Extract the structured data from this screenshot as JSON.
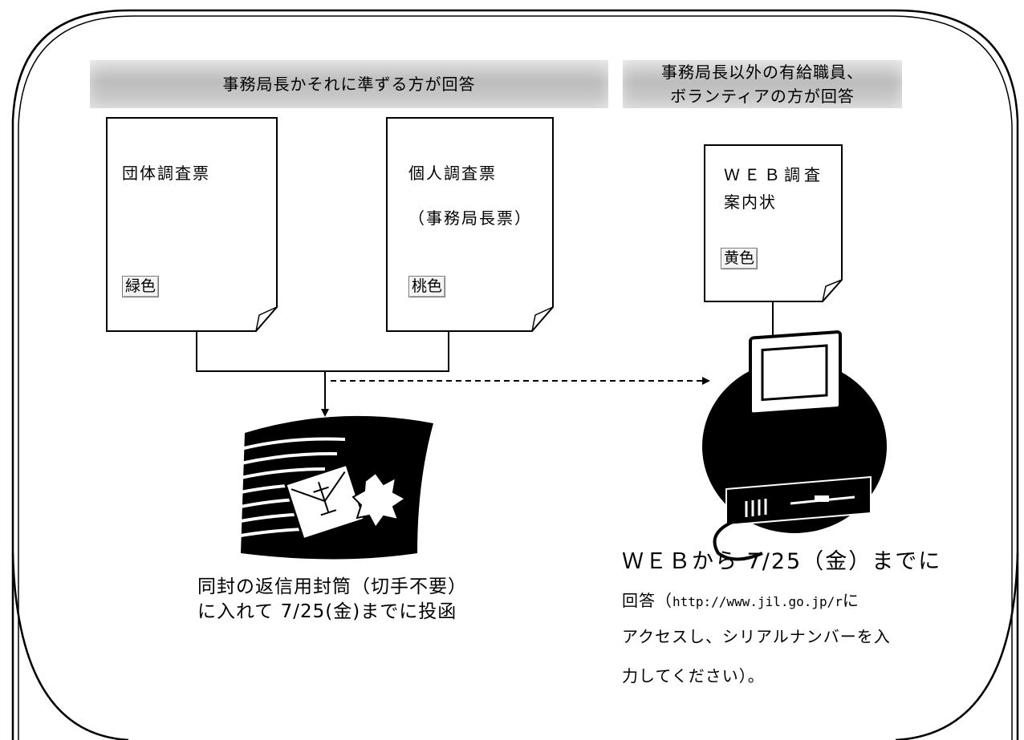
{
  "headers": {
    "director": "事務局長かそれに準ずる方が回答",
    "staff_line1": "事務局長以外の有給職員、",
    "staff_line2": "ボランティアの方が回答"
  },
  "documents": {
    "organization": {
      "title": "団体調査票",
      "color_label": "緑色"
    },
    "individual": {
      "title": "個人調査票",
      "subtitle": "（事務局長票）",
      "color_label": "桃色"
    },
    "web_invite": {
      "title_line1": "ＷＥＢ調査",
      "title_line2": "案内状",
      "color_label": "黄色"
    }
  },
  "icons": [
    "mail-envelope-icon",
    "computer-icon"
  ],
  "post_caption": {
    "line1": "同封の返信用封筒（切手不要）",
    "line2": "に入れて 7/25(金)までに投函"
  },
  "web_caption": {
    "line1": "ＷＥＢから 7/25（金）までに",
    "line2_prefix": "回答（",
    "url": "http://www.jil.go.jp/r",
    "line2_suffix": "に",
    "line3": "アクセスし、シリアルナンバーを入",
    "line4": "力してください）。"
  }
}
